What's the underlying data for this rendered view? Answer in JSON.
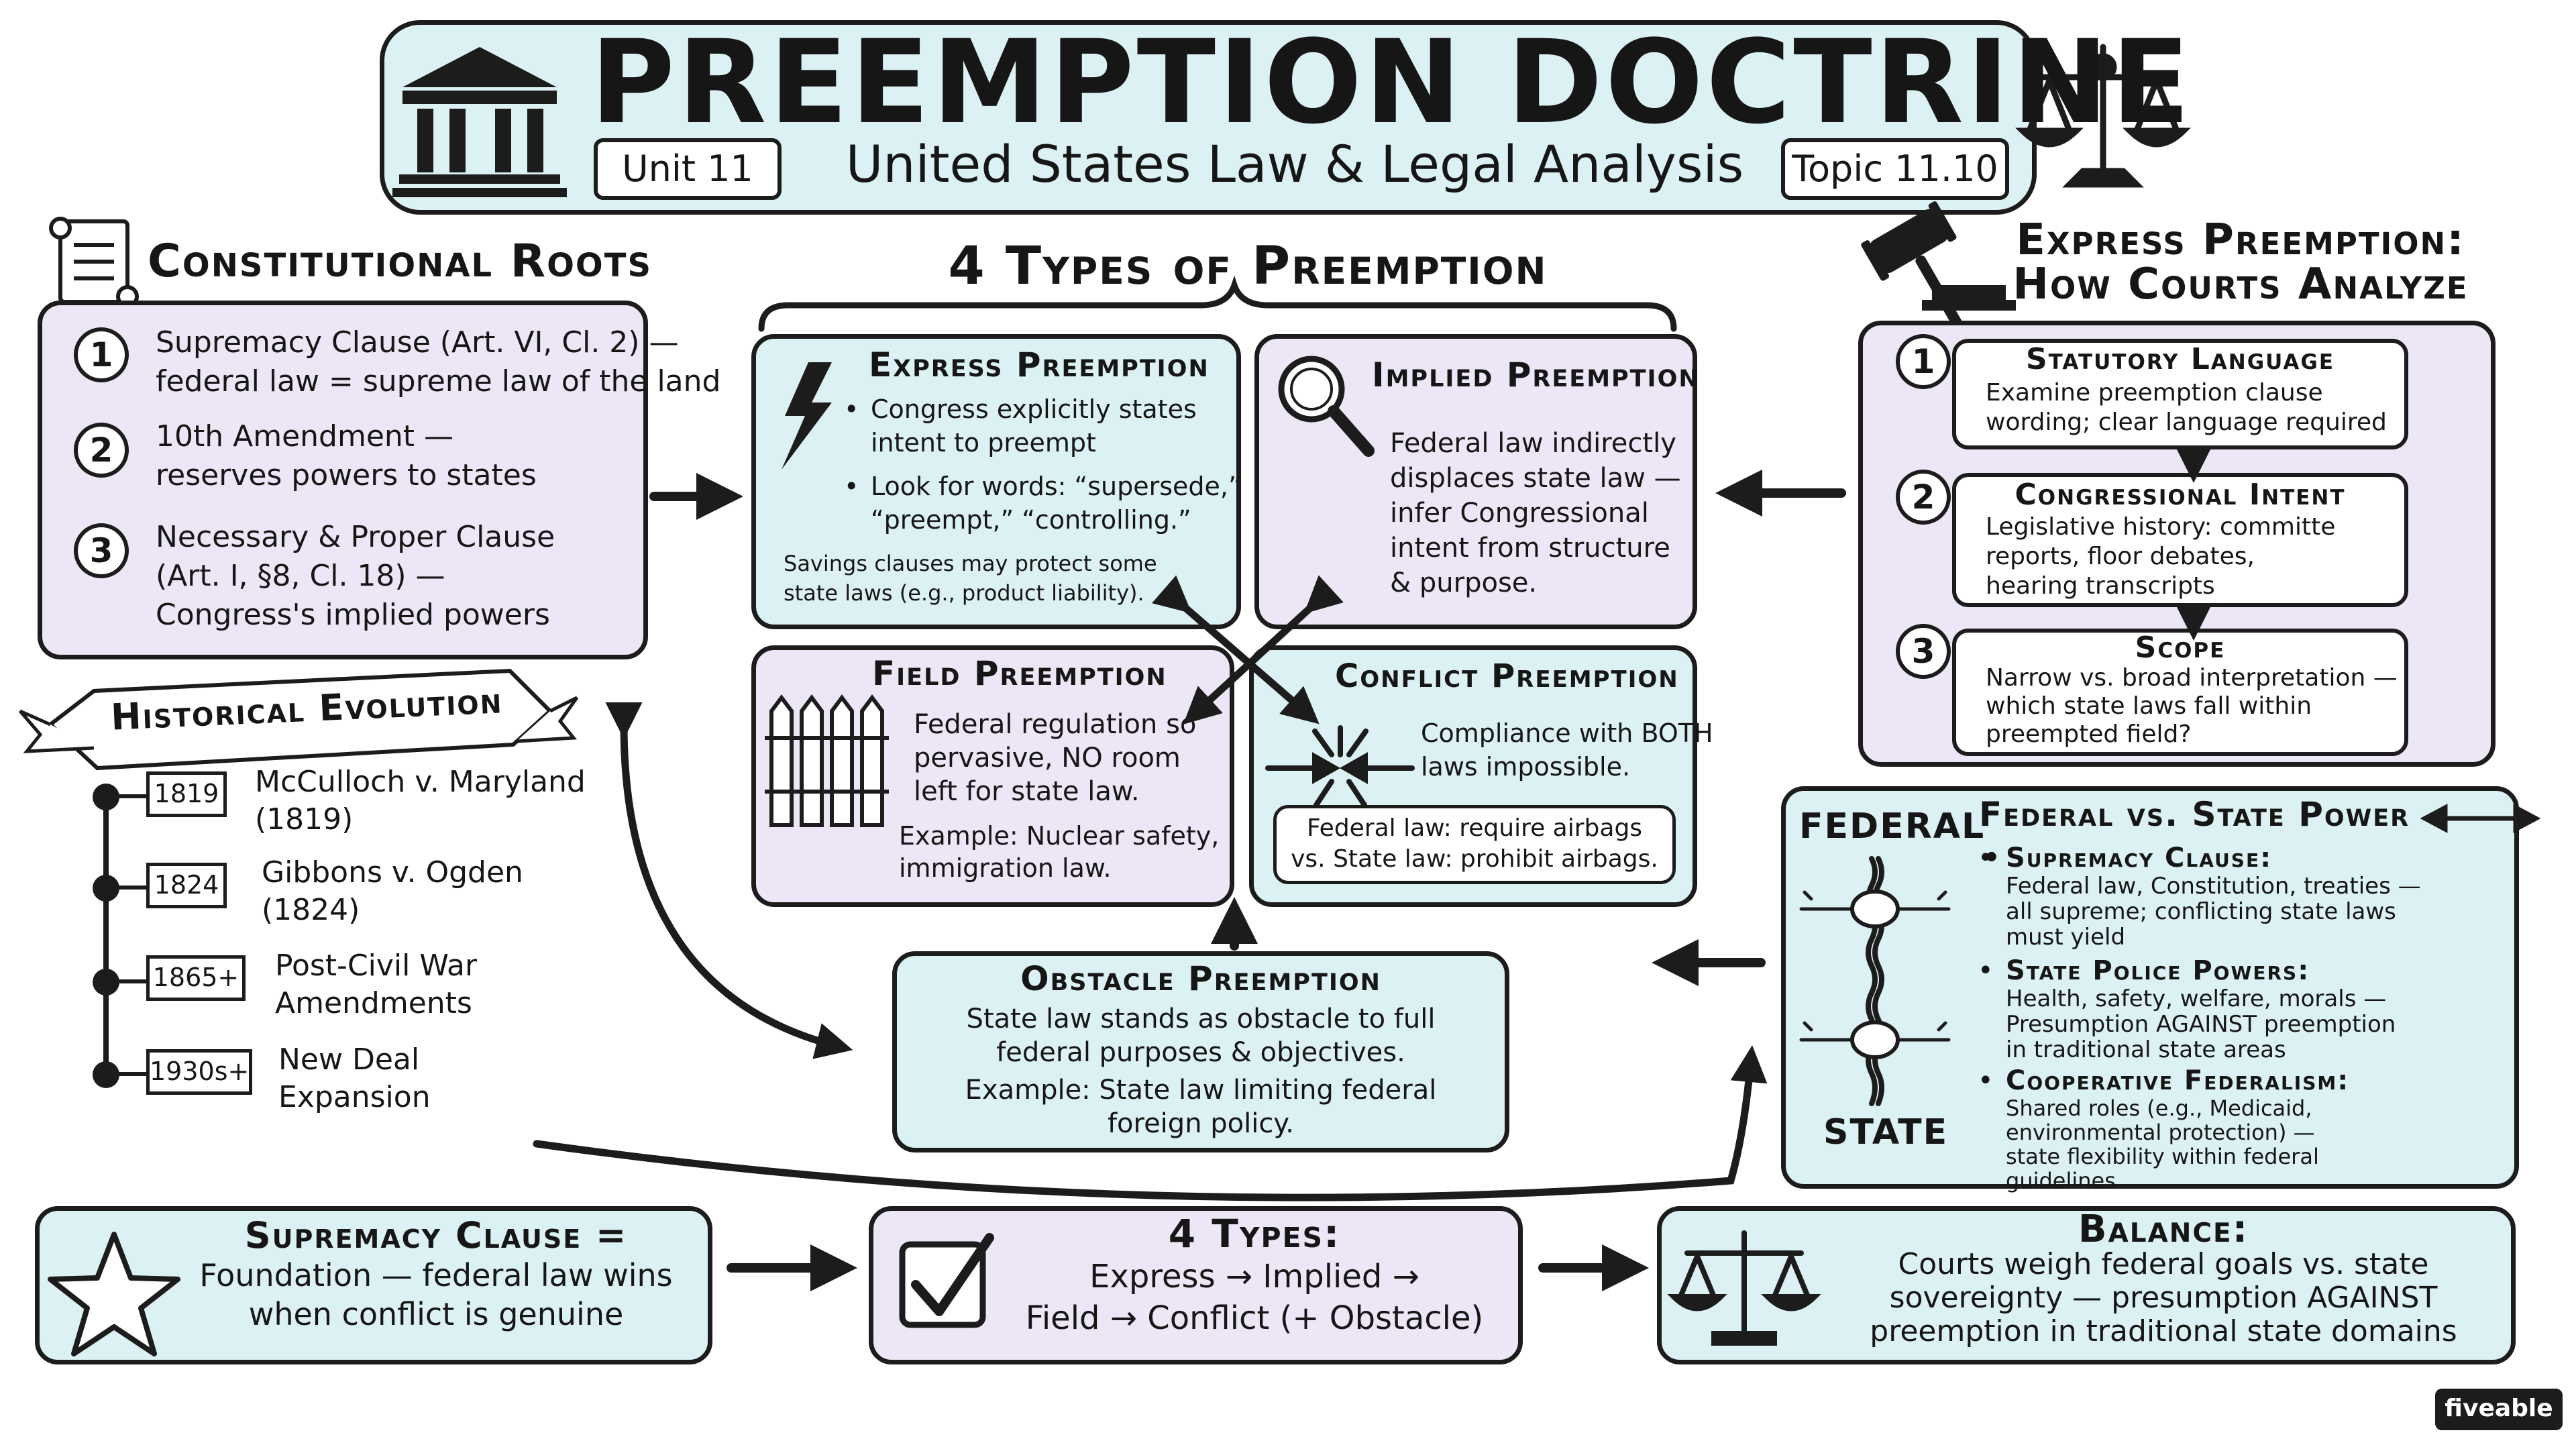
{
  "header": {
    "title": "PREEMPTION DOCTRINE",
    "unit": "Unit 11",
    "subtitle": "United States Law & Legal Analysis",
    "topic": "Topic 11.10"
  },
  "constitutional_roots": {
    "heading": "Constitutional Roots",
    "items": [
      {
        "num": "1",
        "line1": "Supremacy Clause (Art. VI, Cl. 2) —",
        "line2": "federal law = supreme law of the land"
      },
      {
        "num": "2",
        "line1": "10th Amendment —",
        "line2": "reserves powers to states"
      },
      {
        "num": "3",
        "line1": "Necessary & Proper Clause",
        "line2": "(Art. I, §8, Cl. 18) —",
        "line3": "Congress's implied powers"
      }
    ]
  },
  "historical": {
    "heading": "Historical Evolution",
    "items": [
      {
        "year": "1819",
        "line1": "McCulloch v. Maryland",
        "line2": "(1819)"
      },
      {
        "year": "1824",
        "line1": "Gibbons v. Ogden",
        "line2": "(1824)"
      },
      {
        "year": "1865+",
        "line1": "Post-Civil War",
        "line2": "Amendments"
      },
      {
        "year": "1930s+",
        "line1": "New Deal",
        "line2": "Expansion"
      }
    ]
  },
  "types": {
    "heading": "4 Types of Preemption",
    "express": {
      "title": "Express Preemption",
      "b1_l1": "Congress explicitly states",
      "b1_l2": "intent to preempt",
      "b2_l1": "Look for words: “supersede,”",
      "b2_l2": "“preempt,” “controlling.”",
      "note_l1": "Savings clauses may protect some",
      "note_l2": "state laws (e.g., product liability)."
    },
    "implied": {
      "title": "Implied Preemption",
      "lines": [
        "Federal law indirectly",
        "displaces state law —",
        "infer Congressional",
        "intent from structure",
        "& purpose."
      ]
    },
    "field": {
      "title": "Field Preemption",
      "lines": [
        "Federal regulation so",
        "pervasive, NO room",
        "left for state law."
      ],
      "example_l1": "Example: Nuclear safety,",
      "example_l2": "immigration law."
    },
    "conflict": {
      "title": "Conflict Preemption",
      "line1": "Compliance with BOTH",
      "line2": "laws impossible.",
      "example_l1": "Federal law: require airbags",
      "example_l2": "vs. State law: prohibit airbags."
    },
    "obstacle": {
      "title": "Obstacle Preemption",
      "line1": "State law stands as obstacle to full",
      "line2": "federal purposes & objectives.",
      "example_l1": "Example: State law limiting federal",
      "example_l2": "foreign policy."
    }
  },
  "express_analysis": {
    "heading_l1": "Express Preemption:",
    "heading_l2": "How Courts Analyze",
    "steps": [
      {
        "num": "1",
        "title": "Statutory Language",
        "l1": "Examine preemption clause",
        "l2": "wording; clear language required"
      },
      {
        "num": "2",
        "title": "Congressional Intent",
        "l1": "Legislative history: committe",
        "l2": "reports, floor debates,",
        "l3": "hearing transcripts"
      },
      {
        "num": "3",
        "title": "Scope",
        "l1": "Narrow vs. broad interpretation —",
        "l2": "which state laws fall within",
        "l3": "preempted field?"
      }
    ]
  },
  "federal_state": {
    "federal_label": "FEDERAL",
    "state_label": "STATE",
    "heading": "Federal vs. State Power",
    "items": [
      {
        "title": "Supremacy Clause:",
        "lines": [
          "Federal law, Constitution, treaties —",
          "all supreme; conflicting state laws",
          "must yield"
        ]
      },
      {
        "title": "State Police Powers:",
        "lines": [
          "Health, safety, welfare, morals —",
          "Presumption AGAINST preemption",
          "in traditional state areas"
        ]
      },
      {
        "title": "Cooperative Federalism:",
        "lines": [
          "Shared roles (e.g., Medicaid,",
          "environmental protection) —",
          "state flexibility within federal",
          "guidelines"
        ]
      }
    ]
  },
  "bottom": {
    "supremacy": {
      "title": "Supremacy Clause =",
      "l1": "Foundation — federal law wins",
      "l2": "when conflict is genuine"
    },
    "four_types": {
      "title": "4 Types:",
      "l1": "Express → Implied →",
      "l2": "Field → Conflict (+ Obstacle)"
    },
    "balance": {
      "title": "Balance:",
      "l1": "Courts weigh federal goals vs. state",
      "l2": "sovereignty — presumption AGAINST",
      "l3": "preemption in traditional state domains"
    }
  },
  "brand": "fiveable"
}
